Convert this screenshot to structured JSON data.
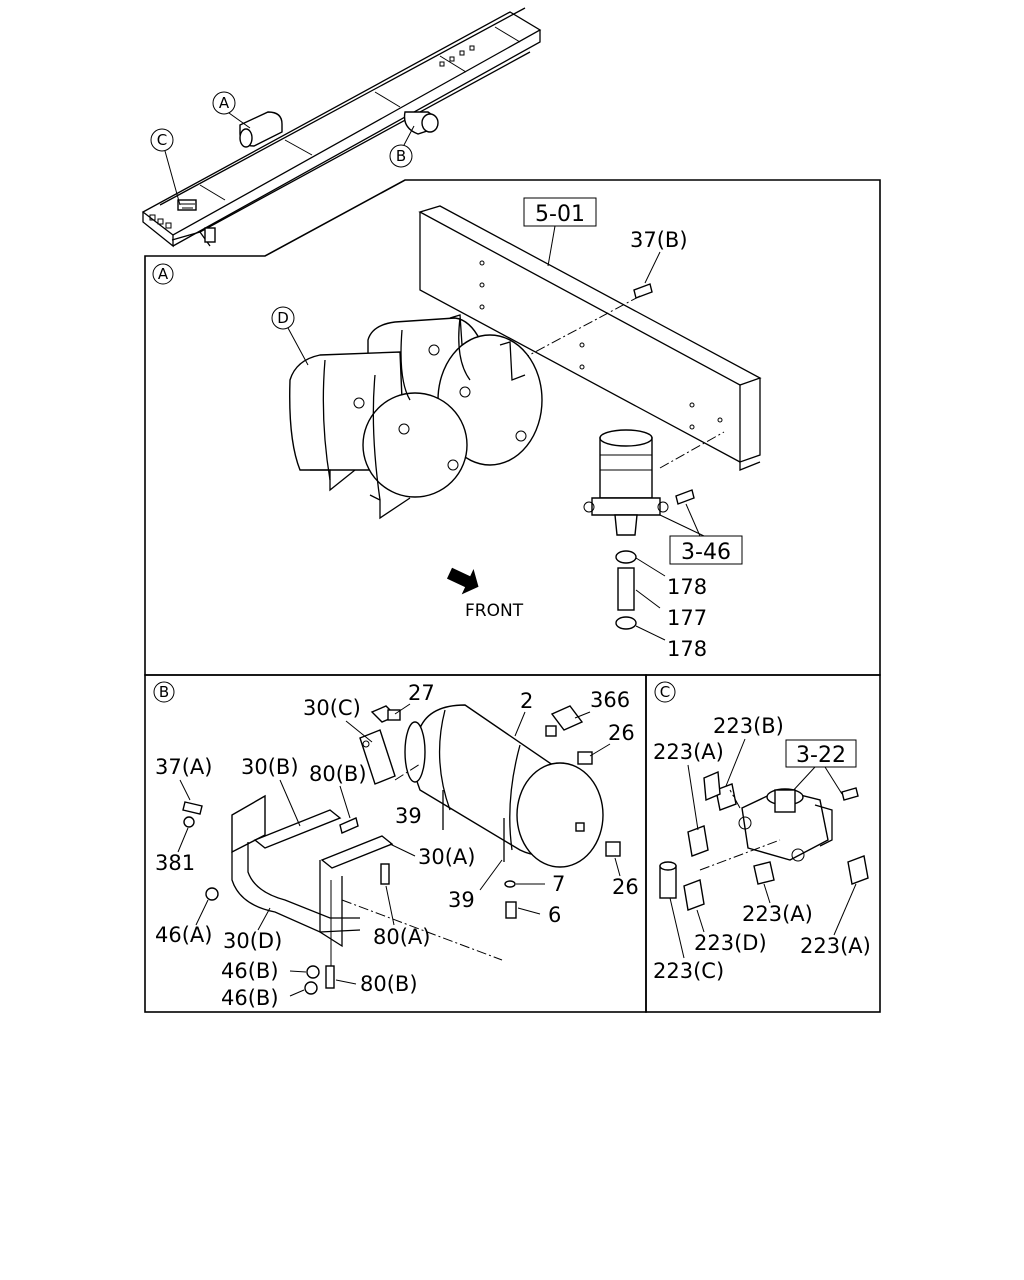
{
  "diagram": {
    "overview": {
      "callouts": {
        "a": "A",
        "b": "B",
        "c": "C"
      }
    },
    "panel_a": {
      "tag": "A",
      "ref_box": "5-01",
      "ref_box_2": "3-46",
      "callout_d": "D",
      "labels": {
        "bolt_37b": "37(B)",
        "clamp_178_top": "178",
        "hose_177": "177",
        "clamp_178_bottom": "178"
      },
      "front_text": "FRONT"
    },
    "panel_b": {
      "tag": "B",
      "labels": {
        "p30c": "30(C)",
        "p27": "27",
        "p2": "2",
        "p366": "366",
        "p26_top": "26",
        "p37a": "37(A)",
        "p30b": "30(B)",
        "p80b_top": "80(B)",
        "p39_top": "39",
        "p381": "381",
        "p30a": "30(A)",
        "p7": "7",
        "p6": "6",
        "p26_right": "26",
        "p39_bottom": "39",
        "p46a": "46(A)",
        "p30d": "30(D)",
        "p80a": "80(A)",
        "p46b_1": "46(B)",
        "p46b_2": "46(B)",
        "p80b_bottom": "80(B)"
      }
    },
    "panel_c": {
      "tag": "C",
      "ref_box": "3-22",
      "labels": {
        "p223b": "223(B)",
        "p223a_top": "223(A)",
        "p223a_mid": "223(A)",
        "p223d": "223(D)",
        "p223a_right": "223(A)",
        "p223c": "223(C)"
      }
    }
  }
}
